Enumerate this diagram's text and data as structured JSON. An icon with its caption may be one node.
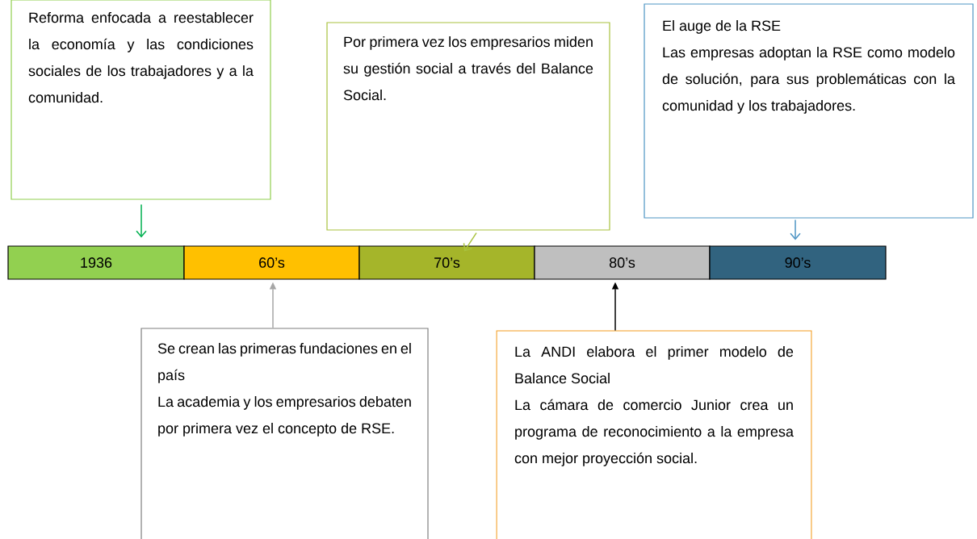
{
  "diagram": {
    "nodes": [
      {
        "text": [
          "Reforma enfocada a reestablecer la economía y las condiciones sociales de los trabajadores y a la comunidad."
        ]
      },
      {
        "text": [
          "Por primera vez los empresarios miden su gestión social a través del Balance Social."
        ]
      },
      {
        "text": [
          "El auge de la RSE",
          "Las empresas adoptan la RSE como modelo de solución, para sus problemáticas con la comunidad y los trabajadores."
        ]
      },
      {
        "text": [
          "Se crean las primeras fundaciones en el país",
          "La academia y los empresarios debaten por primera vez el concepto de RSE."
        ]
      },
      {
        "text": [
          "La ANDI elabora el primer modelo de Balance Social",
          "La cámara de comercio Junior crea un programa de reconocimiento a la empresa con mejor proyección social."
        ]
      },
      {
        "text": [
          "1936"
        ]
      },
      {
        "text": [
          "60’s"
        ]
      },
      {
        "text": [
          "70’s"
        ]
      },
      {
        "text": [
          "80’s"
        ]
      },
      {
        "text": [
          "90’s"
        ]
      }
    ],
    "edges": [
      {
        "from": 0,
        "to": 5,
        "arrow": "to",
        "color": "#00b050"
      },
      {
        "from": 1,
        "to": 7,
        "arrow": "to",
        "color": "#a9c23f"
      },
      {
        "from": 2,
        "to": 9,
        "arrow": "to",
        "color": "#4f95c4"
      },
      {
        "from": 3,
        "to": 6,
        "arrow": "to",
        "color": "#a6a6a6"
      },
      {
        "from": 4,
        "to": 8,
        "arrow": "to",
        "color": "#000000"
      }
    ]
  }
}
